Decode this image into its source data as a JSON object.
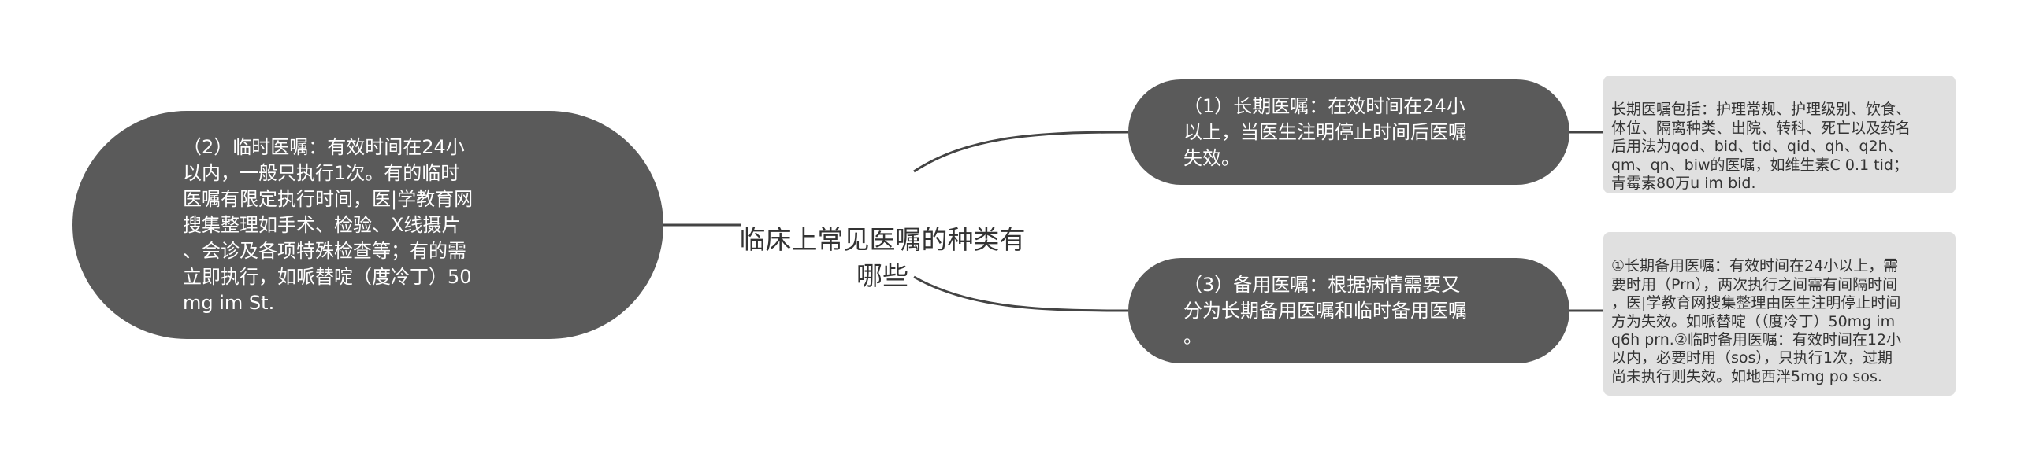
{
  "root": {
    "title": "临床上常见医嘱的种类有\n哪些"
  },
  "left_branch": {
    "text": "（2）临时医嘱：有效时间在24小\n以内，一般只执行1次。有的临时\n医嘱有限定执行时间，医|学教育网\n搜集整理如手术、检验、X线摄片\n、会诊及各项特殊检查等；有的需\n立即执行，如哌替啶（度冷丁）50\nmg im St."
  },
  "right_branches": [
    {
      "text": "（1）长期医嘱：在效时间在24小\n以上，当医生注明停止时间后医嘱\n失效。",
      "note": "长期医嘱包括：护理常规、护理级别、饮食、\n体位、隔离种类、出院、转科、死亡以及药名\n后用法为qod、bid、tid、qid、qh、q2h、\nqm、qn、biw的医嘱，如维生素C 0.1 tid；\n青霉素80万u im bid."
    },
    {
      "text": "（3）备用医嘱：根据病情需要又\n分为长期备用医嘱和临时备用医嘱\n。",
      "note": "①长期备用医嘱：有效时间在24小以上，需\n要时用（Prn），两次执行之间需有间隔时间\n，医|学教育网搜集整理由医生注明停止时间\n方为失效。如哌替啶（（度冷丁）50mg im\nq6h prn.②临时备用医嘱：有效时间在12小\n以内，必要时用（sos），只执行1次，过期\n尚未执行则失效。如地西泮5mg po sos."
    }
  ],
  "colors": {
    "pill_fill": "#5a5a5a",
    "pill_text": "#ffffff",
    "note_fill": "#e0e0e0",
    "text": "#333333",
    "connector": "#444444"
  }
}
